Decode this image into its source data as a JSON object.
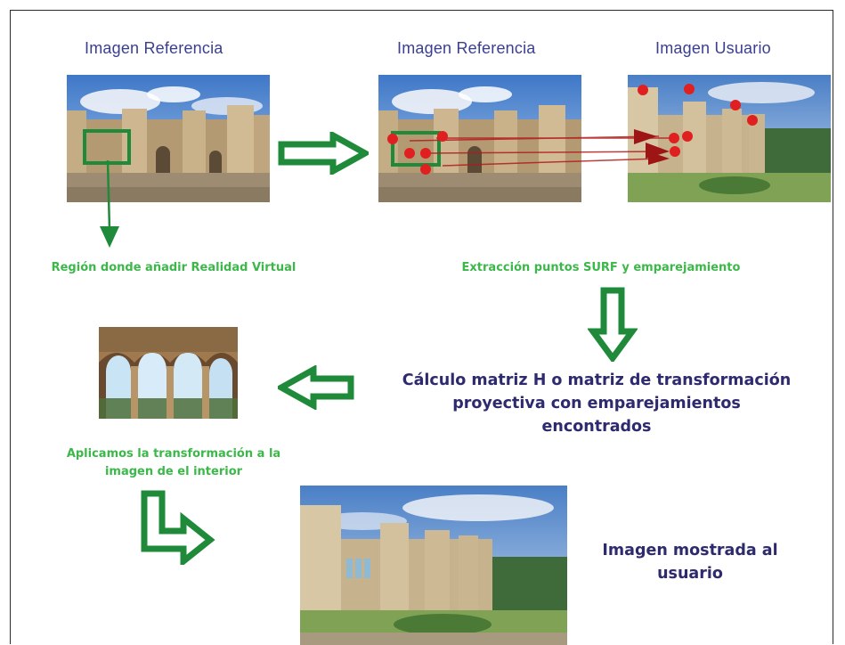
{
  "titles": {
    "ref1": "Imagen Referencia",
    "ref2": "Imagen Referencia",
    "user": "Imagen Usuario"
  },
  "labels": {
    "region": "Región donde añadir Realidad Virtual",
    "surf": "Extracción puntos SURF y emparejamiento",
    "apply_line1": "Aplicamos la transformación a la",
    "apply_line2": "imagen de el interior"
  },
  "texts": {
    "matrix_line1": "Cálculo matriz H o matriz de transformación",
    "matrix_line2": "proyectiva con emparejamientos",
    "matrix_line3": "encontrados",
    "final_line1": "Imagen mostrada al",
    "final_line2": "usuario"
  },
  "colors": {
    "arrow_green": "#1f8a3a",
    "label_green": "#3cb84a",
    "title_blue": "#3a3f8f",
    "text_navy": "#2e2a6e",
    "keypoint_red": "#e02020"
  }
}
